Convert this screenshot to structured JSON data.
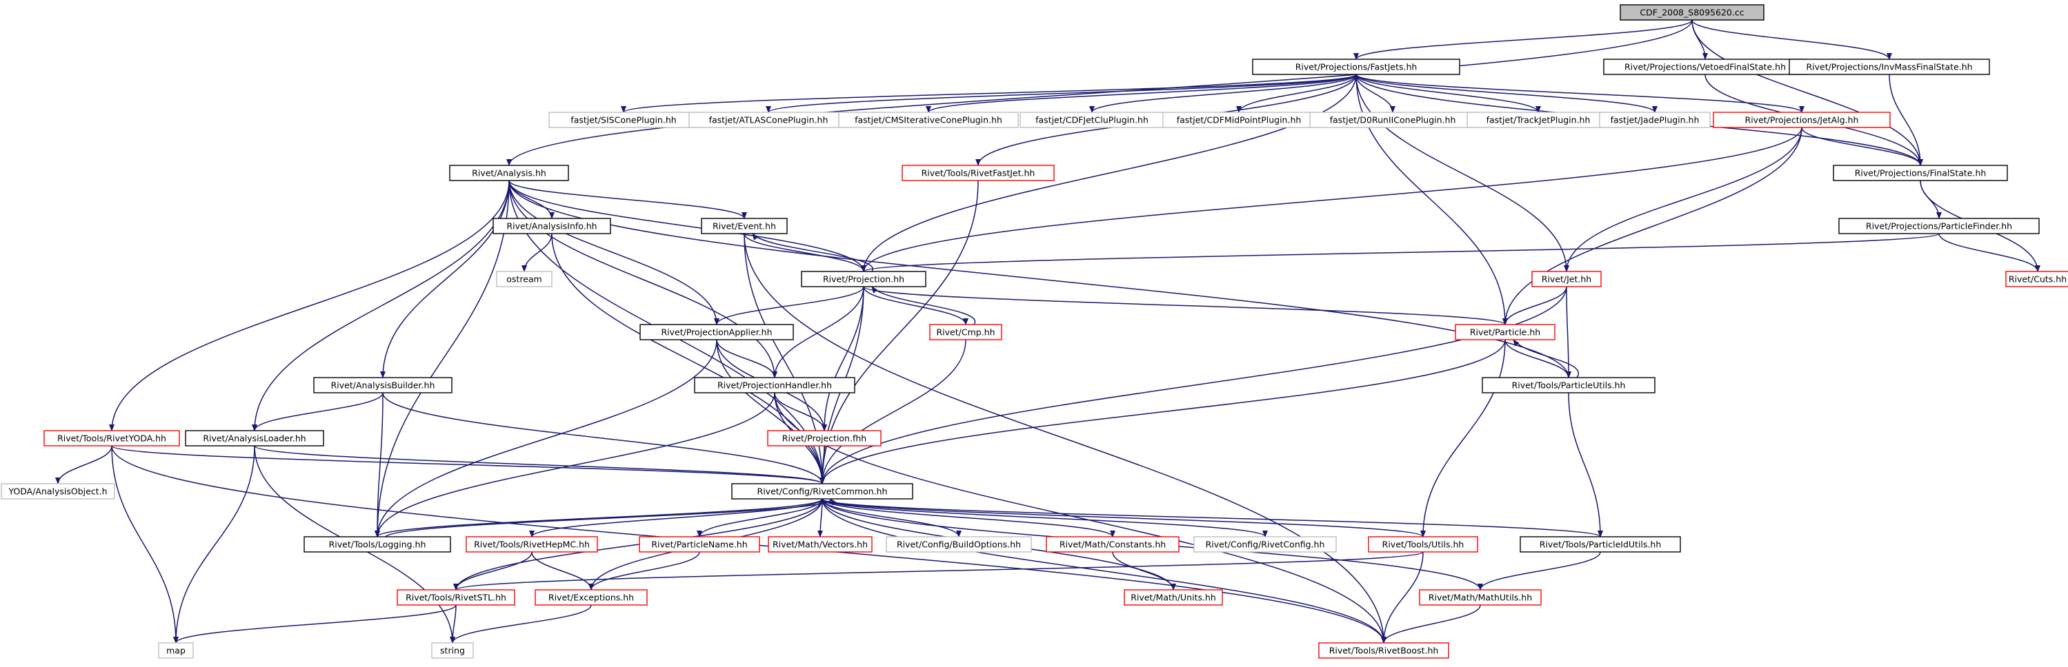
{
  "colors": {
    "edge": "#191970",
    "root_fill": "#bfbfbf",
    "border_normal": "#000000",
    "border_red": "#ff0000",
    "border_gray": "#bfbfbf"
  },
  "nodes": [
    {
      "id": "root",
      "label": "CDF_2008_S8095620.cc",
      "style": "root"
    },
    {
      "id": "fastjets",
      "label": "Rivet/Projections/FastJets.hh",
      "style": "normal"
    },
    {
      "id": "vetoed",
      "label": "Rivet/Projections/VetoedFinalState.hh",
      "style": "normal"
    },
    {
      "id": "invmass",
      "label": "Rivet/Projections/InvMassFinalState.hh",
      "style": "normal"
    },
    {
      "id": "siscone",
      "label": "fastjet/SISConePlugin.hh",
      "style": "gray"
    },
    {
      "id": "atlascone",
      "label": "fastjet/ATLASConePlugin.hh",
      "style": "gray"
    },
    {
      "id": "cmsiter",
      "label": "fastjet/CMSIterativeConePlugin.hh",
      "style": "gray"
    },
    {
      "id": "cdfjetclu",
      "label": "fastjet/CDFJetCluPlugin.hh",
      "style": "gray"
    },
    {
      "id": "cdfmid",
      "label": "fastjet/CDFMidPointPlugin.hh",
      "style": "gray"
    },
    {
      "id": "d0run",
      "label": "fastjet/D0RunIIConePlugin.hh",
      "style": "gray"
    },
    {
      "id": "trackjet",
      "label": "fastjet/TrackJetPlugin.hh",
      "style": "gray"
    },
    {
      "id": "jade",
      "label": "fastjet/JadePlugin.hh",
      "style": "gray"
    },
    {
      "id": "jetalg",
      "label": "Rivet/Projections/JetAlg.hh",
      "style": "red"
    },
    {
      "id": "analysis",
      "label": "Rivet/Analysis.hh",
      "style": "normal"
    },
    {
      "id": "fastjet",
      "label": "Rivet/Tools/RivetFastJet.hh",
      "style": "red"
    },
    {
      "id": "finalstate",
      "label": "Rivet/Projections/FinalState.hh",
      "style": "normal"
    },
    {
      "id": "analysisinfo",
      "label": "Rivet/AnalysisInfo.hh",
      "style": "normal"
    },
    {
      "id": "event",
      "label": "Rivet/Event.hh",
      "style": "normal"
    },
    {
      "id": "particlefinder",
      "label": "Rivet/Projections/ParticleFinder.hh",
      "style": "normal"
    },
    {
      "id": "ostream",
      "label": "ostream",
      "style": "gray"
    },
    {
      "id": "projection",
      "label": "Rivet/Projection.hh",
      "style": "normal"
    },
    {
      "id": "jet",
      "label": "Rivet/Jet.hh",
      "style": "red"
    },
    {
      "id": "cuts",
      "label": "Rivet/Cuts.hh",
      "style": "red"
    },
    {
      "id": "projapplier",
      "label": "Rivet/ProjectionApplier.hh",
      "style": "normal"
    },
    {
      "id": "cmp",
      "label": "Rivet/Cmp.hh",
      "style": "red"
    },
    {
      "id": "particle",
      "label": "Rivet/Particle.hh",
      "style": "red"
    },
    {
      "id": "analysisbuilder",
      "label": "Rivet/AnalysisBuilder.hh",
      "style": "normal"
    },
    {
      "id": "projhandler",
      "label": "Rivet/ProjectionHandler.hh",
      "style": "normal"
    },
    {
      "id": "particleutils",
      "label": "Rivet/Tools/ParticleUtils.hh",
      "style": "normal"
    },
    {
      "id": "yoda",
      "label": "Rivet/Tools/RivetYODA.hh",
      "style": "red"
    },
    {
      "id": "analysisloader",
      "label": "Rivet/AnalysisLoader.hh",
      "style": "normal"
    },
    {
      "id": "projfhh",
      "label": "Rivet/Projection.fhh",
      "style": "red"
    },
    {
      "id": "yodaobj",
      "label": "YODA/AnalysisObject.h",
      "style": "gray"
    },
    {
      "id": "common",
      "label": "Rivet/Config/RivetCommon.hh",
      "style": "normal"
    },
    {
      "id": "logging",
      "label": "Rivet/Tools/Logging.hh",
      "style": "normal"
    },
    {
      "id": "hepmc",
      "label": "Rivet/Tools/RivetHepMC.hh",
      "style": "red"
    },
    {
      "id": "particlename",
      "label": "Rivet/ParticleName.hh",
      "style": "red"
    },
    {
      "id": "vectors",
      "label": "Rivet/Math/Vectors.hh",
      "style": "red"
    },
    {
      "id": "buildopts",
      "label": "Rivet/Config/BuildOptions.hh",
      "style": "gray"
    },
    {
      "id": "constants",
      "label": "Rivet/Math/Constants.hh",
      "style": "red"
    },
    {
      "id": "rivetconfig",
      "label": "Rivet/Config/RivetConfig.hh",
      "style": "gray"
    },
    {
      "id": "utils",
      "label": "Rivet/Tools/Utils.hh",
      "style": "red"
    },
    {
      "id": "particleidutils",
      "label": "Rivet/Tools/ParticleIdUtils.hh",
      "style": "normal"
    },
    {
      "id": "stl",
      "label": "Rivet/Tools/RivetSTL.hh",
      "style": "red"
    },
    {
      "id": "exceptions",
      "label": "Rivet/Exceptions.hh",
      "style": "red"
    },
    {
      "id": "units",
      "label": "Rivet/Math/Units.hh",
      "style": "red"
    },
    {
      "id": "mathutils",
      "label": "Rivet/Math/MathUtils.hh",
      "style": "red"
    },
    {
      "id": "map",
      "label": "map",
      "style": "gray"
    },
    {
      "id": "string",
      "label": "string",
      "style": "gray"
    },
    {
      "id": "boost",
      "label": "Rivet/Tools/RivetBoost.hh",
      "style": "red"
    }
  ],
  "edges": [
    [
      "root",
      "fastjets"
    ],
    [
      "root",
      "vetoed"
    ],
    [
      "root",
      "invmass"
    ],
    [
      "root",
      "analysis"
    ],
    [
      "root",
      "finalstate"
    ],
    [
      "fastjets",
      "siscone"
    ],
    [
      "fastjets",
      "atlascone"
    ],
    [
      "fastjets",
      "cmsiter"
    ],
    [
      "fastjets",
      "cdfjetclu"
    ],
    [
      "fastjets",
      "cdfmid"
    ],
    [
      "fastjets",
      "d0run"
    ],
    [
      "fastjets",
      "trackjet"
    ],
    [
      "fastjets",
      "jade"
    ],
    [
      "fastjets",
      "jetalg"
    ],
    [
      "fastjets",
      "fastjet"
    ],
    [
      "fastjets",
      "projection"
    ],
    [
      "fastjets",
      "finalstate"
    ],
    [
      "fastjets",
      "jet"
    ],
    [
      "fastjets",
      "particle"
    ],
    [
      "vetoed",
      "finalstate"
    ],
    [
      "invmass",
      "finalstate"
    ],
    [
      "jetalg",
      "finalstate"
    ],
    [
      "jetalg",
      "projection"
    ],
    [
      "jetalg",
      "jet"
    ],
    [
      "jetalg",
      "particle"
    ],
    [
      "finalstate",
      "particlefinder"
    ],
    [
      "finalstate",
      "cuts"
    ],
    [
      "particlefinder",
      "projection"
    ],
    [
      "particlefinder",
      "cuts"
    ],
    [
      "analysis",
      "analysisinfo"
    ],
    [
      "analysis",
      "event"
    ],
    [
      "analysis",
      "projection"
    ],
    [
      "analysis",
      "projapplier"
    ],
    [
      "analysis",
      "projhandler"
    ],
    [
      "analysis",
      "analysisbuilder"
    ],
    [
      "analysis",
      "analysisloader"
    ],
    [
      "analysis",
      "yoda"
    ],
    [
      "analysis",
      "common"
    ],
    [
      "analysis",
      "logging"
    ],
    [
      "analysis",
      "particleutils"
    ],
    [
      "analysisinfo",
      "ostream"
    ],
    [
      "analysisinfo",
      "common"
    ],
    [
      "event",
      "projection"
    ],
    [
      "event",
      "common"
    ],
    [
      "event",
      "boost"
    ],
    [
      "projection",
      "event"
    ],
    [
      "projection",
      "projapplier"
    ],
    [
      "projection",
      "projhandler"
    ],
    [
      "projection",
      "cmp"
    ],
    [
      "projection",
      "projfhh"
    ],
    [
      "projection",
      "common"
    ],
    [
      "projection",
      "particle"
    ],
    [
      "cmp",
      "projection"
    ],
    [
      "cmp",
      "common"
    ],
    [
      "projapplier",
      "projhandler"
    ],
    [
      "projapplier",
      "common"
    ],
    [
      "projapplier",
      "logging"
    ],
    [
      "projapplier",
      "projfhh"
    ],
    [
      "projhandler",
      "projfhh"
    ],
    [
      "projhandler",
      "common"
    ],
    [
      "projhandler",
      "logging"
    ],
    [
      "projhandler",
      "boost"
    ],
    [
      "jet",
      "particle"
    ],
    [
      "jet",
      "particleutils"
    ],
    [
      "jet",
      "common"
    ],
    [
      "particle",
      "particleutils"
    ],
    [
      "particle",
      "common"
    ],
    [
      "particle",
      "utils"
    ],
    [
      "particleutils",
      "particle"
    ],
    [
      "particleutils",
      "particleidutils"
    ],
    [
      "analysisbuilder",
      "analysisloader"
    ],
    [
      "analysisbuilder",
      "common"
    ],
    [
      "analysisbuilder",
      "logging"
    ],
    [
      "analysisloader",
      "common"
    ],
    [
      "analysisloader",
      "map"
    ],
    [
      "analysisloader",
      "string"
    ],
    [
      "yoda",
      "yodaobj"
    ],
    [
      "yoda",
      "common"
    ],
    [
      "yoda",
      "map"
    ],
    [
      "yoda",
      "boost"
    ],
    [
      "projfhh",
      "common"
    ],
    [
      "fastjet",
      "common"
    ],
    [
      "common",
      "logging"
    ],
    [
      "common",
      "hepmc"
    ],
    [
      "common",
      "particlename"
    ],
    [
      "common",
      "vectors"
    ],
    [
      "common",
      "buildopts"
    ],
    [
      "common",
      "constants"
    ],
    [
      "common",
      "rivetconfig"
    ],
    [
      "common",
      "utils"
    ],
    [
      "common",
      "particleidutils"
    ],
    [
      "common",
      "stl"
    ],
    [
      "common",
      "exceptions"
    ],
    [
      "common",
      "units"
    ],
    [
      "common",
      "mathutils"
    ],
    [
      "common",
      "boost"
    ],
    [
      "logging",
      "common"
    ],
    [
      "hepmc",
      "stl"
    ],
    [
      "hepmc",
      "exceptions"
    ],
    [
      "particlename",
      "exceptions"
    ],
    [
      "constants",
      "units"
    ],
    [
      "utils",
      "stl"
    ],
    [
      "utils",
      "boost"
    ],
    [
      "particleidutils",
      "mathutils"
    ],
    [
      "stl",
      "map"
    ],
    [
      "stl",
      "string"
    ],
    [
      "exceptions",
      "string"
    ],
    [
      "mathutils",
      "boost"
    ]
  ]
}
